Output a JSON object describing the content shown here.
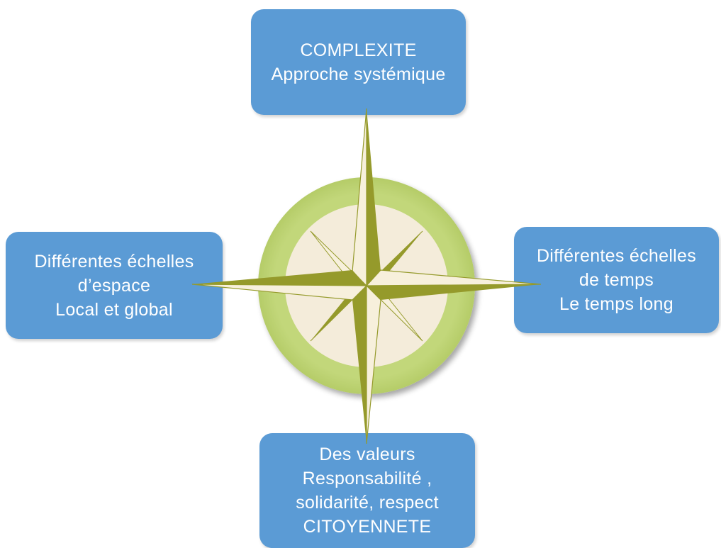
{
  "colors": {
    "box_fill": "#5b9bd5",
    "box_text": "#ffffff",
    "outer_ring": "#c2d77a",
    "inner_disc": "#f4ecda",
    "star_dark": "#959a2b",
    "star_light": "#f7f0dc"
  },
  "boxes": {
    "top": {
      "lines": [
        "COMPLEXITE",
        "Approche systémique"
      ]
    },
    "left": {
      "lines": [
        "Différentes échelles",
        "d’espace",
        "Local et global"
      ]
    },
    "right": {
      "lines": [
        "Différentes échelles",
        "de temps",
        "Le temps long"
      ]
    },
    "bottom": {
      "lines": [
        "Des valeurs",
        "Responsabilité ,",
        "solidarité,  respect",
        "CITOYENNETE"
      ]
    }
  },
  "center_graphic": {
    "icon": "compass-rose-icon"
  }
}
